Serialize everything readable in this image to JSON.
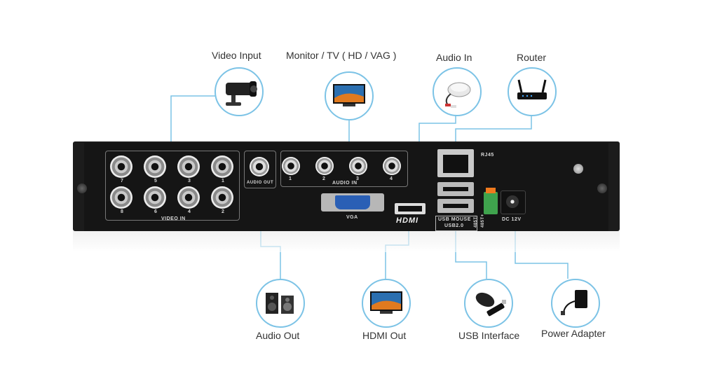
{
  "callouts": {
    "video_input": "Video Input",
    "monitor": "Monitor / TV ( HD / VAG )",
    "audio_in": "Audio In",
    "router": "Router",
    "audio_out": "Audio Out",
    "hdmi_out": "HDMI Out",
    "usb_interface": "USB Interface",
    "power_adapter": "Power Adapter"
  },
  "panel": {
    "video_in": "VIDEO IN",
    "audio_out": "AUDIO OUT",
    "audio_in": "AUDIO IN",
    "vga": "VGA",
    "hdmi": "HDMI",
    "rj45": "RJ45",
    "usb_mouse": "USB MOUSE",
    "usb20": "USB2.0",
    "rs485_minus": "485T-",
    "rs485_plus": "485T+",
    "dc12v": "DC 12V",
    "bnc_top": [
      "7",
      "5",
      "3",
      "1"
    ],
    "bnc_bottom": [
      "8",
      "6",
      "4",
      "2"
    ],
    "audio_in_ports": [
      "1",
      "2",
      "3",
      "4"
    ]
  },
  "colors": {
    "accent_line": "#7cc3e6",
    "panel": "#1c1c1c",
    "terminal": "#3fa34d"
  }
}
